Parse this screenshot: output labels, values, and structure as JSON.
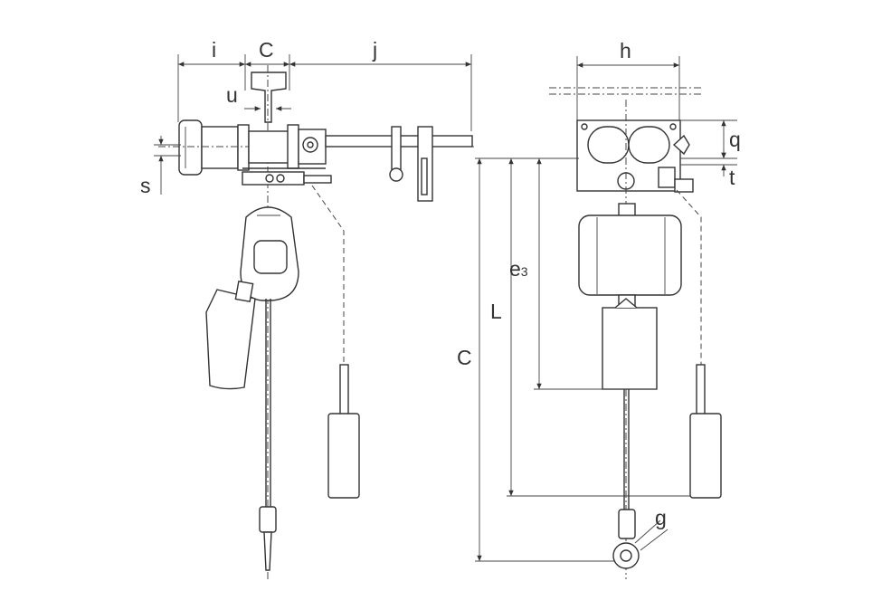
{
  "diagram": {
    "title": "Electric chain hoist with motorized trolley - dimension drawing",
    "side_view": {
      "labels": {
        "i": "i",
        "C_top": "C",
        "j": "j",
        "u": "u",
        "s": "s"
      }
    },
    "front_view": {
      "labels": {
        "h": "h",
        "q": "q",
        "t": "t",
        "e": "e",
        "e_sub": "3",
        "L": "L",
        "C": "C",
        "g": "g"
      }
    }
  }
}
